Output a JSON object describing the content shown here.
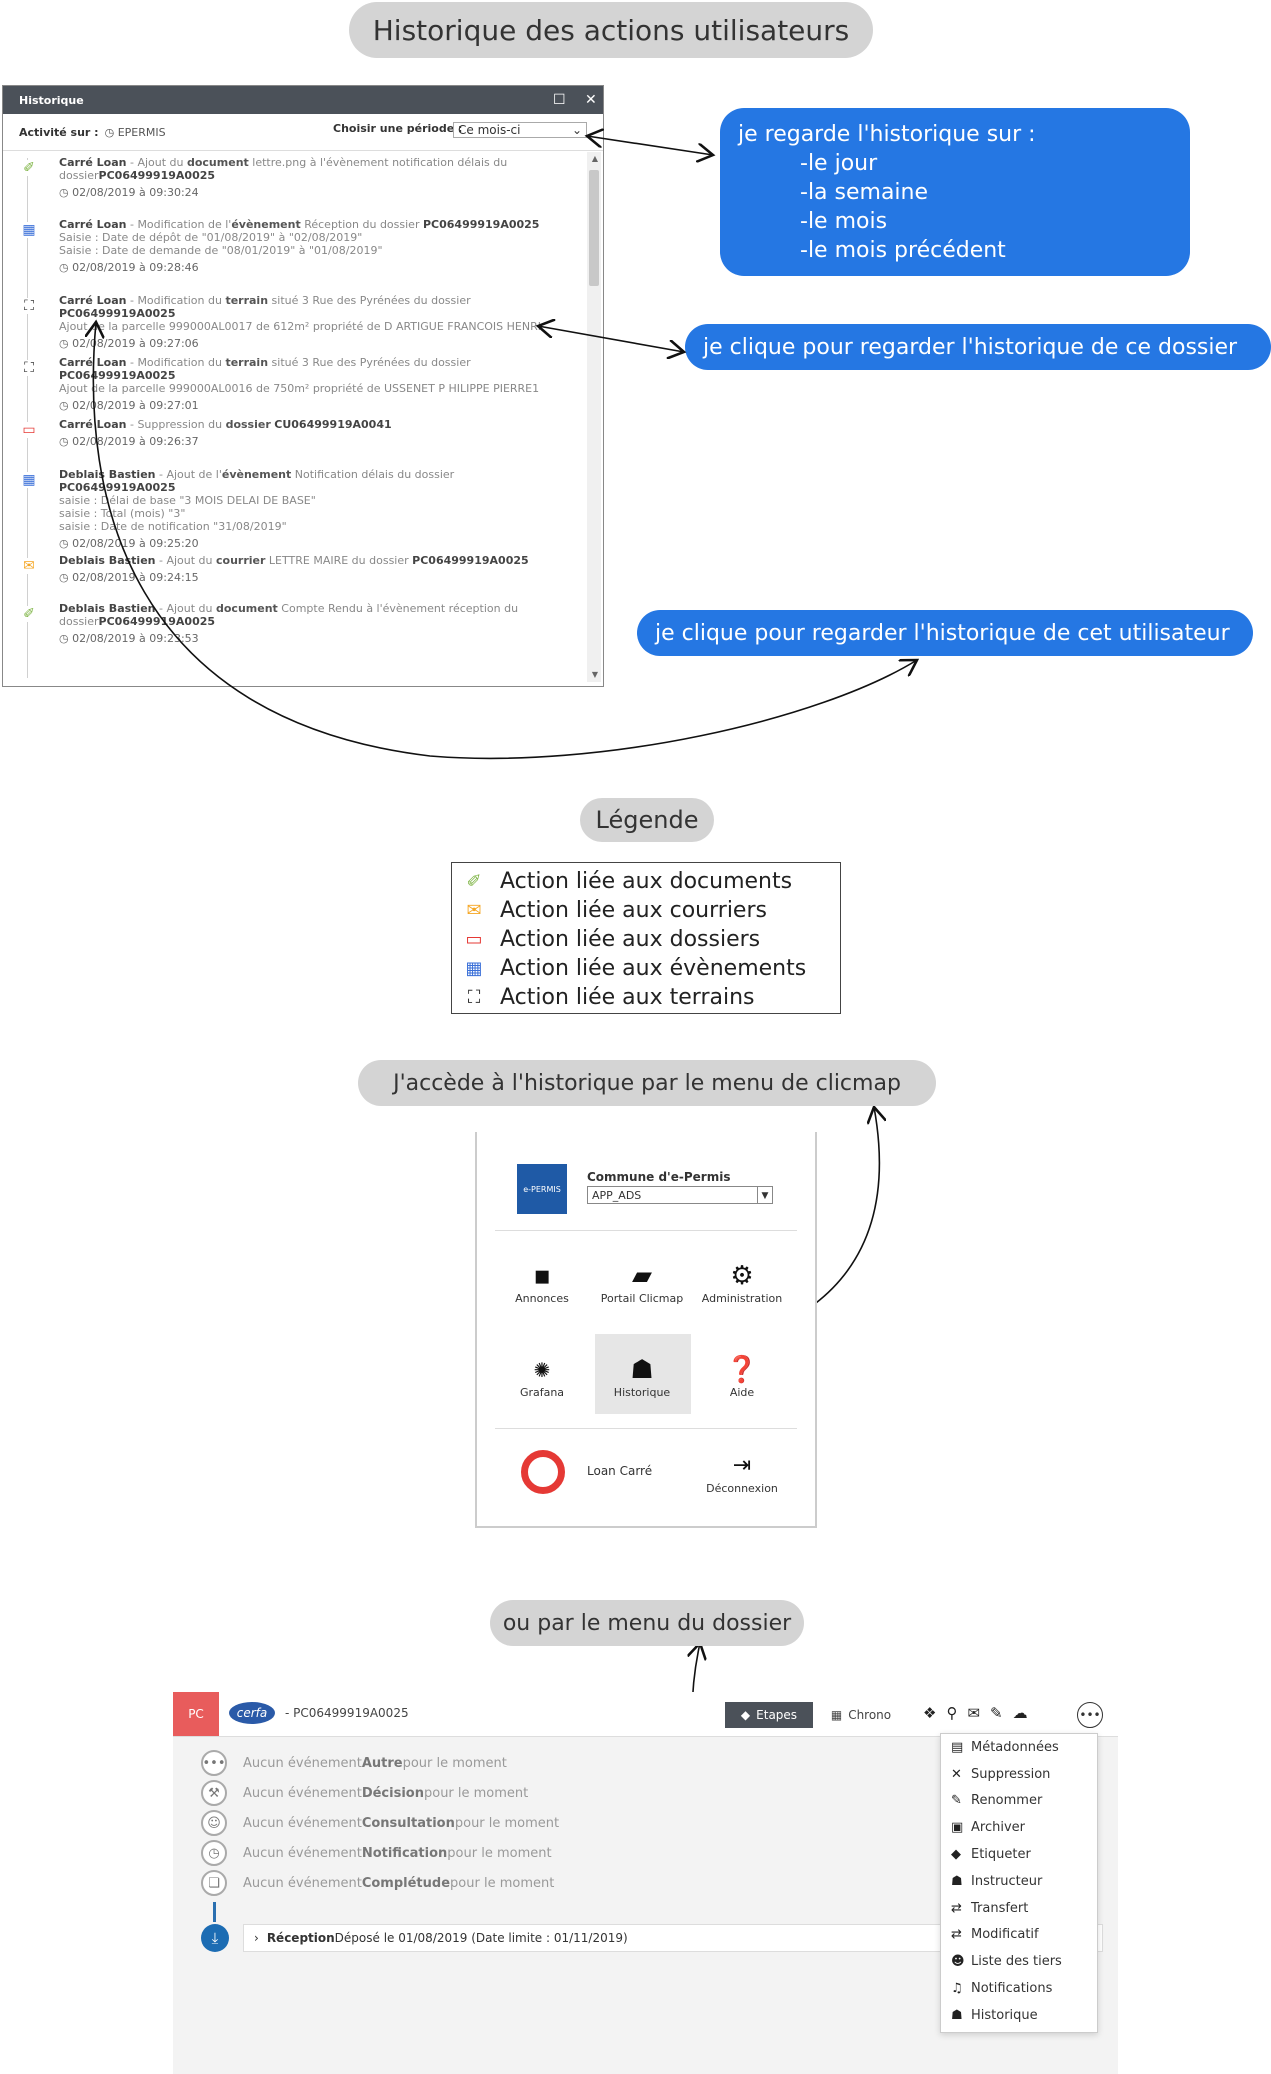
{
  "title": "Historique des actions utilisateurs",
  "history_panel": {
    "title": "Historique",
    "activity_label": "Activité sur :",
    "activity_value": "EPERMIS",
    "period_label": "Choisir une période :",
    "period_value": "Ce mois-ci",
    "entries": [
      {
        "icon": "paperclip-icon",
        "user": "Carré Loan",
        "sep": " - ",
        "l1a": "Ajout du ",
        "k1": "document",
        "l1b": " lettre.png à l'évènement notification délais du dossier",
        "dos": "PC06499919A0025",
        "d1": "",
        "d2": "",
        "time": "02/08/2019 à 09:30:24"
      },
      {
        "icon": "calendar-icon",
        "user": "Carré Loan",
        "sep": " - ",
        "l1a": "Modification de l'",
        "k1": "évènement",
        "l1b": " Réception du dossier ",
        "dos": "PC06499919A0025",
        "d1": "Saisie : Date de dépôt de \"01/08/2019\" à \"02/08/2019\"",
        "d2": "Saisie : Date de demande de \"08/01/2019\" à \"01/08/2019\"",
        "time": "02/08/2019 à 09:28:46"
      },
      {
        "icon": "terrain-icon",
        "user": "Carré Loan",
        "sep": " - ",
        "l1a": "Modification du ",
        "k1": "terrain",
        "l1b": " situé 3 Rue des Pyrénées du dossier ",
        "dos": "PC06499919A0025",
        "d1": "Ajout de la parcelle 999000AL0017 de 612m² propriété de D ARTIGUE FRANCOIS HENRI",
        "d2": "",
        "time": "02/08/2019 à 09:27:06"
      },
      {
        "icon": "terrain-icon",
        "user": "Carré Loan",
        "sep": " - ",
        "l1a": "Modification du ",
        "k1": "terrain",
        "l1b": " situé 3 Rue des Pyrénées du dossier ",
        "dos": "PC06499919A0025",
        "d1": "Ajout de la parcelle 999000AL0016 de 750m² propriété de USSENET P HILIPPE PIERRE1",
        "d2": "",
        "time": "02/08/2019 à 09:27:01"
      },
      {
        "icon": "folder-icon",
        "user": "Carré Loan",
        "sep": " - ",
        "l1a": "Suppression du ",
        "k1": "dossier",
        "l1b": " ",
        "dos": "CU06499919A0041",
        "d1": "",
        "d2": "",
        "time": "02/08/2019 à 09:26:37"
      },
      {
        "icon": "calendar-icon",
        "user": "Deblais Bastien",
        "sep": " - ",
        "l1a": "Ajout de l'",
        "k1": "évènement",
        "l1b": " Notification délais du dossier ",
        "dos": "PC06499919A0025",
        "d1": "saisie : Délai de base \"3 MOIS DELAI DE BASE\"",
        "d2": "saisie : Total (mois) \"3\"",
        "d3": "saisie : Date de notification \"31/08/2019\"",
        "time": "02/08/2019 à 09:25:20"
      },
      {
        "icon": "envelope-icon",
        "user": "Deblais Bastien",
        "sep": " - ",
        "l1a": "Ajout du ",
        "k1": "courrier",
        "l1b": " LETTRE MAIRE du dossier ",
        "dos": "PC06499919A0025",
        "d1": "",
        "d2": "",
        "time": "02/08/2019 à 09:24:15"
      },
      {
        "icon": "paperclip-icon",
        "user": "Deblais Bastien",
        "sep": " - ",
        "l1a": "Ajout du ",
        "k1": "document",
        "l1b": " Compte Rendu à l'évènement réception du dossier",
        "dos": "PC06499919A0025",
        "d1": "",
        "d2": "",
        "time": "02/08/2019 à 09:23:53"
      }
    ]
  },
  "callouts": {
    "period": {
      "line1": "je regarde l'historique sur :",
      "line2": "-le jour",
      "line3": "-la semaine",
      "line4": "-le mois",
      "line5": "-le mois précédent"
    },
    "dossier": "je clique pour regarder l'historique de ce dossier",
    "user": "je clique pour regarder l'historique de cet utilisateur"
  },
  "legend": {
    "title": "Légende",
    "items": [
      {
        "icon": "paperclip-icon",
        "label": "Action liée aux documents"
      },
      {
        "icon": "envelope-icon",
        "label": "Action liée aux courriers"
      },
      {
        "icon": "folder-icon",
        "label": "Action liée aux dossiers"
      },
      {
        "icon": "calendar-icon",
        "label": "Action liée aux évènements"
      },
      {
        "icon": "terrain-icon",
        "label": "Action liée aux terrains"
      }
    ]
  },
  "clicmap_section": {
    "title": "J'accède à l'historique par le menu de clicmap",
    "commune": "Commune d'e-Permis",
    "app_select": "APP_ADS",
    "logo_text": "e-PERMIS",
    "items": {
      "annonces": "Annonces",
      "portail": "Portail Clicmap",
      "administration": "Administration",
      "grafana": "Grafana",
      "historique": "Historique",
      "aide": "Aide"
    },
    "user_name": "Loan Carré",
    "logout": "Déconnexion"
  },
  "dossier_section": {
    "title": "ou par le menu du dossier",
    "badge": "PC",
    "cerfa": "cerfa",
    "dossier_id": "- PC06499919A0025",
    "btn_etapes": "Etapes",
    "btn_chrono": "Chrono",
    "events": [
      {
        "a": "Aucun événement ",
        "b": "Autre",
        "c": " pour le moment"
      },
      {
        "a": "Aucun événement ",
        "b": "Décision",
        "c": " pour le moment"
      },
      {
        "a": "Aucun événement ",
        "b": "Consultation",
        "c": " pour le moment"
      },
      {
        "a": "Aucun événement ",
        "b": "Notification",
        "c": " pour le moment"
      },
      {
        "a": "Aucun événement ",
        "b": "Complétude",
        "c": " pour le moment"
      }
    ],
    "reception": {
      "b": "Réception",
      "rest": " Déposé le 01/08/2019 (Date limite : 01/11/2019)"
    },
    "menu": [
      "Métadonnées",
      "Suppression",
      "Renommer",
      "Archiver",
      "Etiqueter",
      "Instructeur",
      "Transfert",
      "Modificatif",
      "Liste des tiers",
      "Notifications",
      "Historique"
    ]
  }
}
